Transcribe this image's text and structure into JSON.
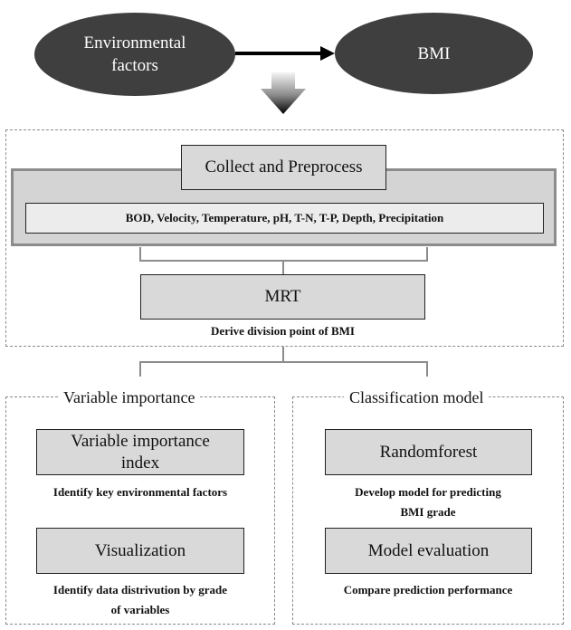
{
  "top": {
    "env_ellipse": [
      "Environmental",
      "factors"
    ],
    "bmi_ellipse": "BMI"
  },
  "collect": {
    "title": "Collect and Preprocess",
    "variables": "BOD, Velocity, Temperature, pH, T-N, T-P, Depth, Precipitation"
  },
  "mrt": {
    "title": "MRT",
    "caption": "Derive division point of BMI"
  },
  "variable_importance": {
    "legend": "Variable importance",
    "box1": "Variable importance index",
    "caption1": "Identify key environmental factors",
    "box2": "Visualization",
    "caption2": [
      "Identify data distrivution by grade",
      "of variables"
    ]
  },
  "classification": {
    "legend": "Classification model",
    "box1": "Randomforest",
    "caption1": [
      "Develop model for predicting",
      "BMI grade"
    ],
    "box2": "Model evaluation",
    "caption2": "Compare prediction performance"
  },
  "colors": {
    "ellipse_fill": "#3f3f3f",
    "box_fill": "#d9d9d9",
    "frame_fill": "#d4d4d4",
    "dashed_border": "#8a8a8a"
  }
}
